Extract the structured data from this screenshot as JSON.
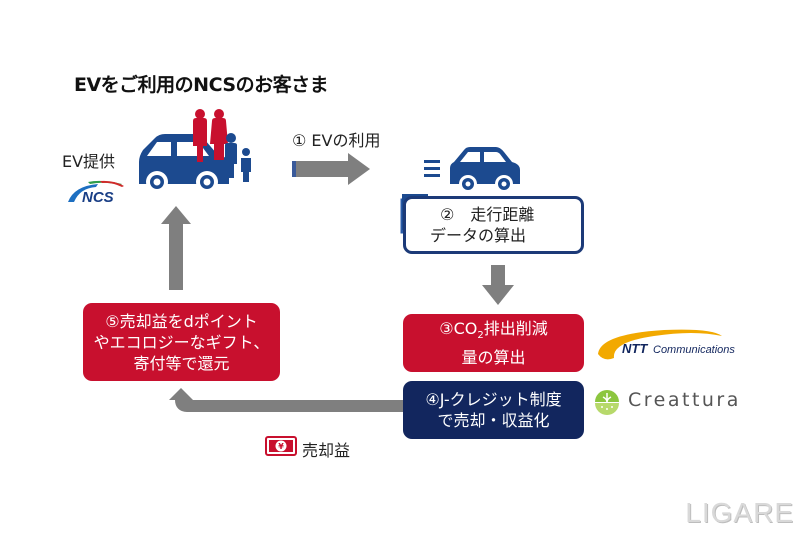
{
  "title": "EVをご利用のNCSのお客さま",
  "ev_provider_label": "EV提供",
  "ncs_logo_text": "NCS",
  "step1_label": "① EVの利用",
  "step2": {
    "line1": "②　走行距離",
    "line2": "データの算出"
  },
  "step3": {
    "line1_prefix": "③CO",
    "line1_sub": "2",
    "line1_suffix": "排出削減",
    "line2": "量の算出"
  },
  "step4": {
    "line1": "④J-クレジット制度",
    "line2": "で売却・収益化"
  },
  "step5": {
    "line1": "⑤売却益をdポイント",
    "line2": "やエコロジーなギフト、",
    "line3": "寄付等で還元"
  },
  "sell_profit_label": "売却益",
  "yen_symbol": "¥",
  "ntt_logo": {
    "bold": "NTT",
    "rest": "Communications"
  },
  "creattura_logo": "Creattura",
  "watermark": "LIGARE",
  "colors": {
    "red": "#c8102e",
    "navy": "#12265e",
    "blue": "#1c4a8f",
    "arrow_gray": "#7f7f7f"
  }
}
